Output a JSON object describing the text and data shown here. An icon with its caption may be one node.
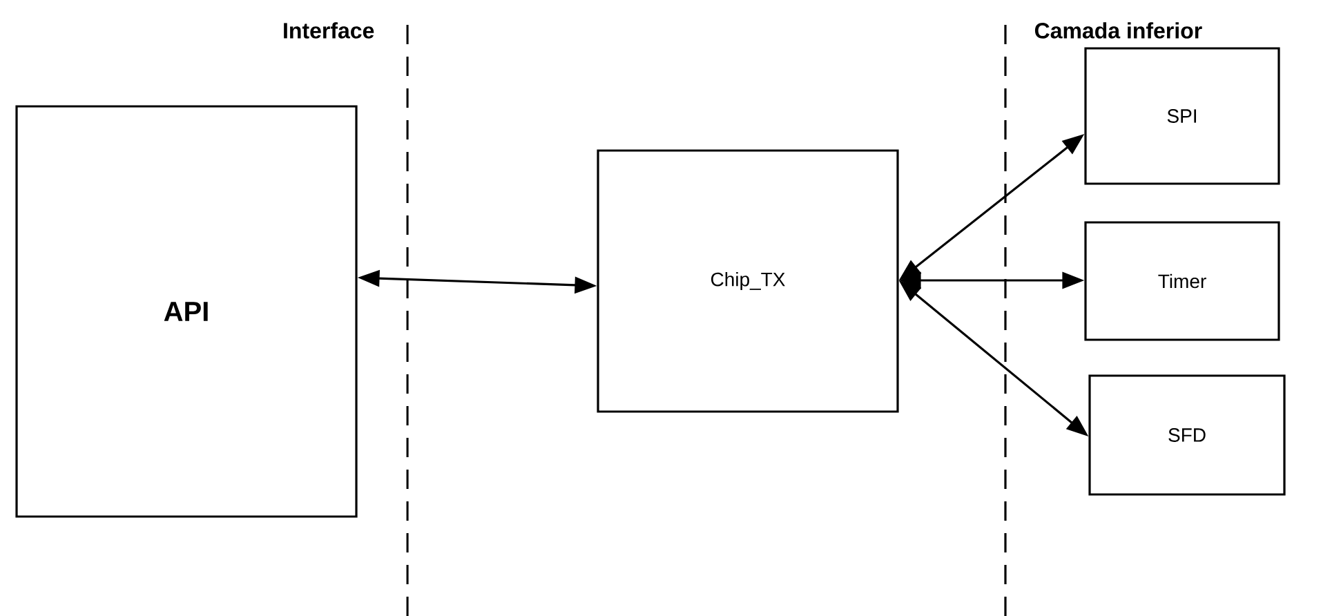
{
  "diagram": {
    "nodes": [
      {
        "text": [
          "API"
        ]
      },
      {
        "text": [
          "Chip_TX"
        ]
      },
      {
        "text": [
          "SPI"
        ]
      },
      {
        "text": [
          "Timer"
        ]
      },
      {
        "text": [
          "SFD"
        ]
      }
    ],
    "edges": [
      {
        "from": 0,
        "to": 1,
        "arrow": "both"
      },
      {
        "from": 1,
        "to": 2,
        "arrow": "both"
      },
      {
        "from": 1,
        "to": 3,
        "arrow": "both"
      },
      {
        "from": 1,
        "to": 4,
        "arrow": "both"
      }
    ],
    "labels": [
      "Interface",
      "Camada inferior"
    ]
  }
}
